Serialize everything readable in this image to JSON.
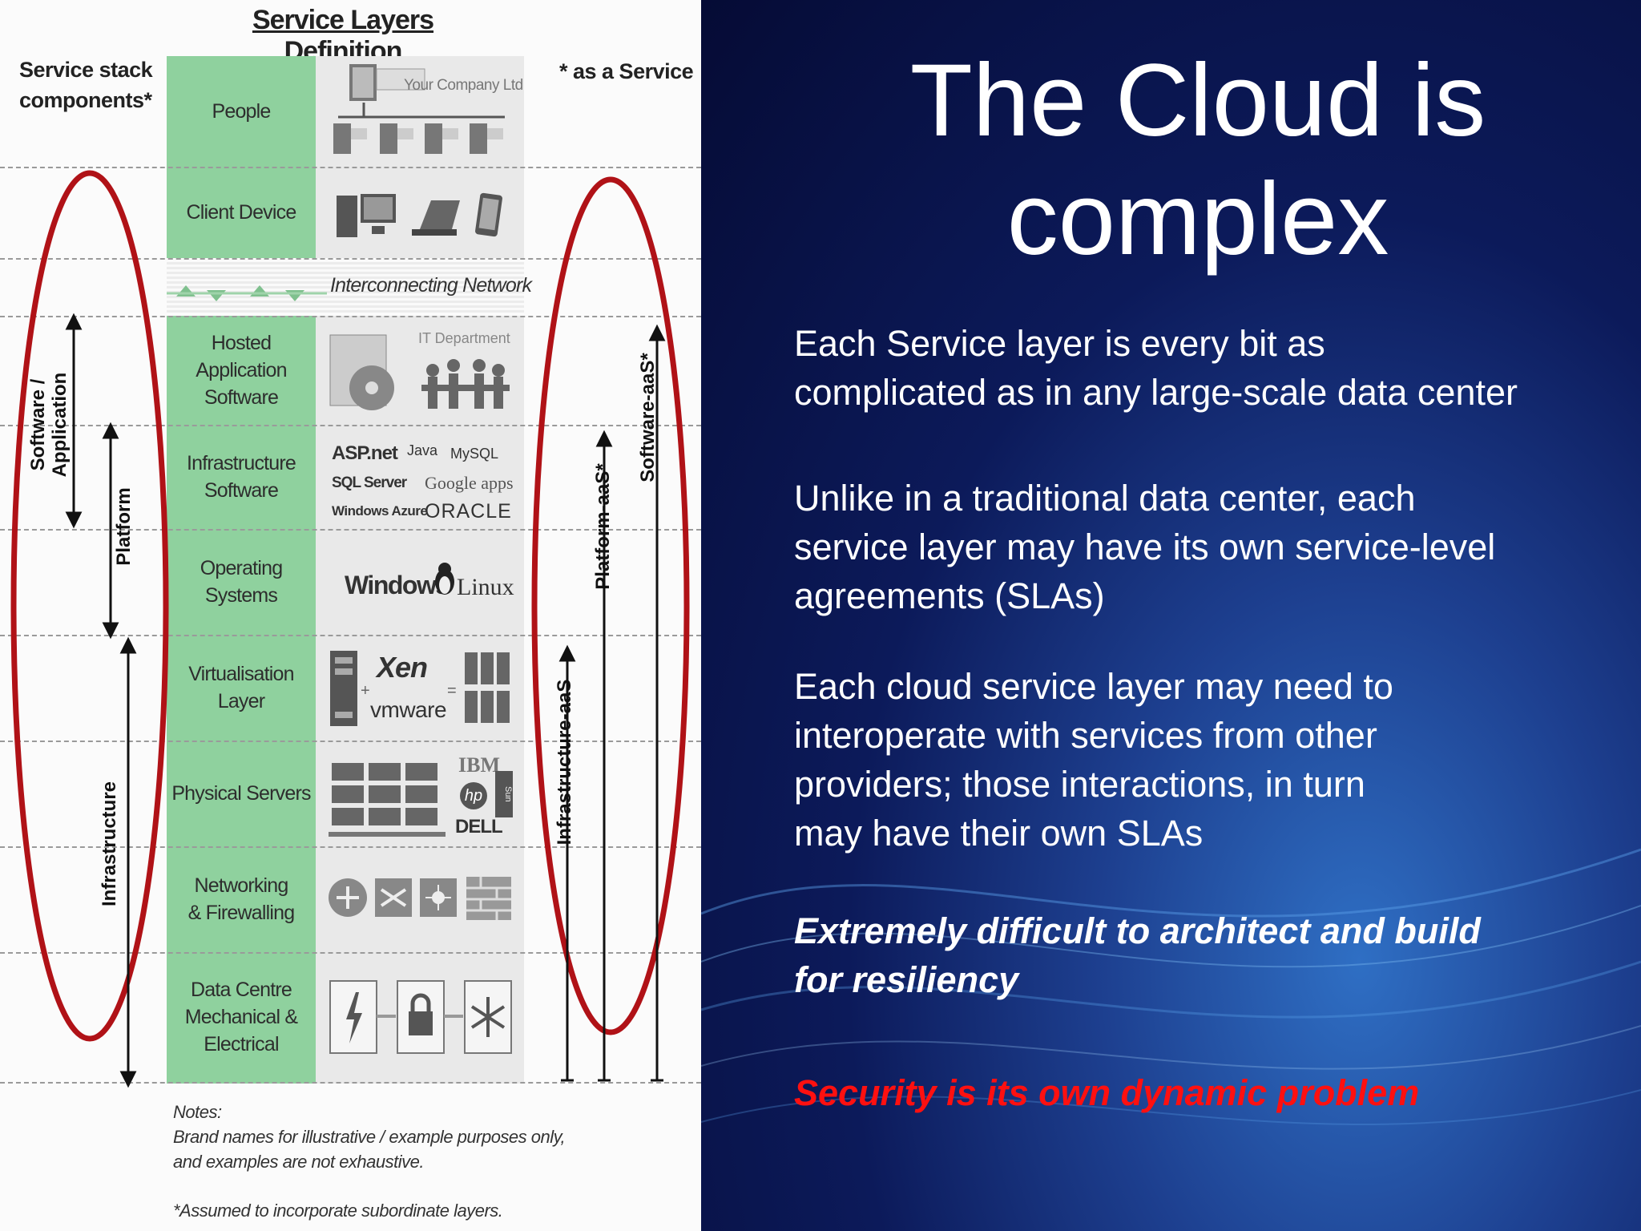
{
  "diagram": {
    "title": "Service Layers Definition",
    "left_header": [
      "Service stack",
      "components*"
    ],
    "right_header": "* as a Service",
    "layers": [
      {
        "label": [
          "People"
        ]
      },
      {
        "label": [
          "Client Device"
        ]
      },
      {
        "label": [
          "Hosted",
          "Application",
          "Software"
        ]
      },
      {
        "label": [
          "Infrastructure",
          "Software"
        ]
      },
      {
        "label": [
          "Operating Systems"
        ]
      },
      {
        "label": [
          "Virtualisation",
          "Layer"
        ]
      },
      {
        "label": [
          "Physical Servers"
        ]
      },
      {
        "label": [
          "Networking",
          "& Firewalling"
        ]
      },
      {
        "label": [
          "Data Centre",
          "Mechanical &",
          "Electrical"
        ]
      }
    ],
    "network_label": "Interconnecting Network",
    "example_texts": {
      "company": "Your Company Ltd",
      "it_dept": "IT Department",
      "aspnet": "ASP.net",
      "java": "Java",
      "mysql": "MySQL",
      "sqlserver": "SQL Server",
      "googleapps": "Google apps",
      "azure": "Windows Azure",
      "oracle": "ORACLE",
      "windows": "Windows",
      "linux": "Linux",
      "xen": "Xen",
      "vmware": "vmware",
      "ibm": "IBM",
      "hp": "hp",
      "dell": "DELL",
      "sun": "Sun"
    },
    "left_axes": [
      "Software / Application",
      "Platform",
      "Infrastructure"
    ],
    "right_axes": [
      "Infrastructure-aaS",
      "Platform-aaS*",
      "Software-aaS*"
    ],
    "notes": [
      "Notes:",
      "Brand names for illustrative / example purposes only,",
      "and examples are not exhaustive.",
      "*Assumed to incorporate subordinate layers."
    ],
    "colors": {
      "layer_green": "#8fd19e",
      "ellipse_red": "#b01217"
    },
    "icons": [
      "org-chart-icon",
      "desktop-icon",
      "laptop-icon",
      "tablet-icon",
      "software-box-icon",
      "meeting-icon",
      "server-icon",
      "server-rack-icon",
      "router-icon",
      "switch-icon",
      "hub-icon",
      "firewall-icon",
      "power-icon",
      "lock-icon",
      "snowflake-icon"
    ]
  },
  "slide": {
    "title": [
      "The Cloud is",
      "complex"
    ],
    "paragraphs": [
      [
        "Each Service layer is every bit as",
        "complicated as in any large-scale data center"
      ],
      [
        "Unlike in a traditional data center, each",
        "service layer may have its own service-level",
        "agreements (SLAs)"
      ],
      [
        "Each cloud service layer may need to",
        "interoperate with services from other",
        "providers; those interactions, in turn",
        "may have their own SLAs"
      ]
    ],
    "emphasis": [
      "Extremely difficult to architect and build",
      "for resiliency"
    ],
    "warning": "Security is its own dynamic problem",
    "colors": {
      "text": "#ffffff",
      "warning": "#ff1010",
      "background": "#0a1540"
    }
  }
}
